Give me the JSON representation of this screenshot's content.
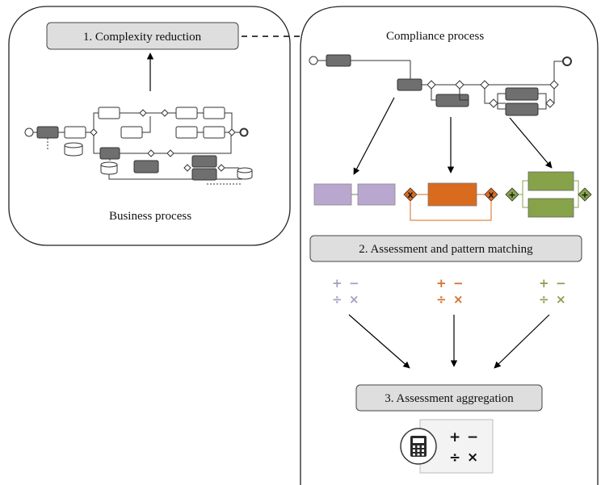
{
  "labels": {
    "complexity_reduction": "1. Complexity reduction",
    "compliance_process": "Compliance process",
    "business_process": "Business process",
    "assessment_matching": "2. Assessment and pattern matching",
    "assessment_aggregation": "3. Assessment aggregation"
  },
  "operator_symbols": [
    "+",
    "−",
    "÷",
    "×"
  ],
  "calculator_symbols": [
    "+",
    "−",
    "÷",
    "×"
  ],
  "icons": {
    "calculator": "calculator-icon",
    "gateway_xor": "xor-gateway-icon",
    "gateway_and": "and-gateway-icon"
  },
  "colors": {
    "pattern_purple": "#b9a7cf",
    "pattern_orange": "#d96b1e",
    "pattern_green": "#86a349",
    "task_gray": "#6f6f6f",
    "label_box": "#dedede",
    "ops_purple": "#a89bc6",
    "ops_orange": "#d4702a",
    "ops_green": "#8aa050"
  }
}
